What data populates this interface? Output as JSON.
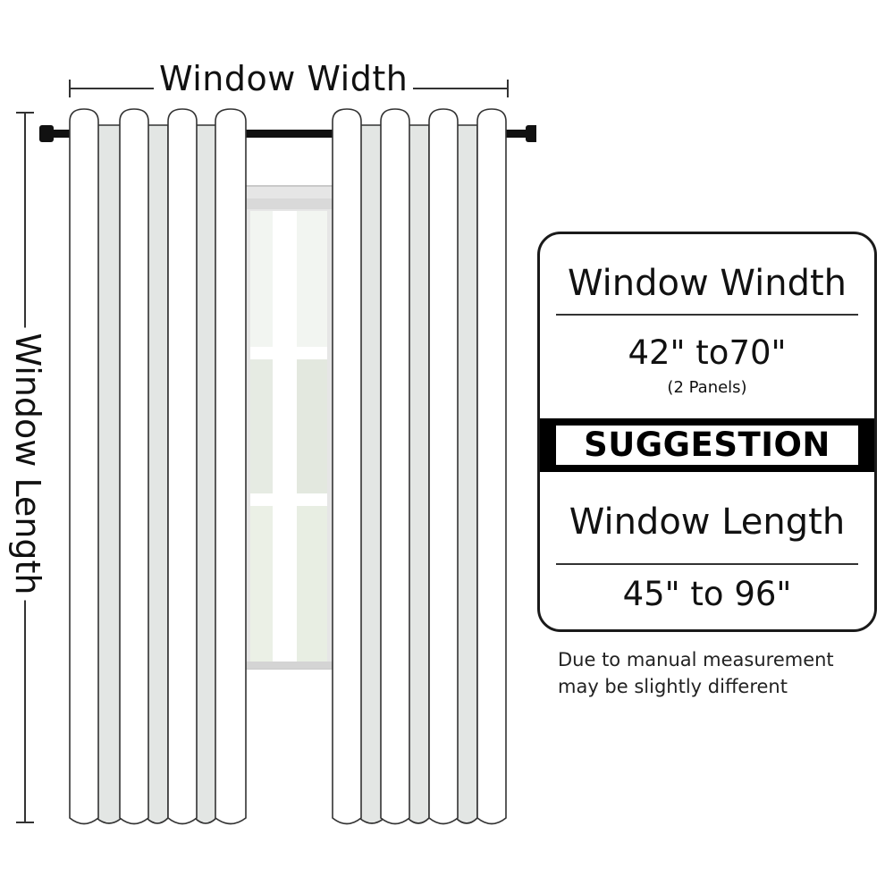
{
  "diagram": {
    "width_label": "Window Width",
    "length_label": "Window Length"
  },
  "card": {
    "width_heading": "Window Windth",
    "width_range": "42\" to70\"",
    "width_note": "(2 Panels)",
    "suggestion": "SUGGESTION",
    "length_heading": "Window Length",
    "length_range": "45\" to 96\""
  },
  "disclaimer": {
    "line1": "Due to manual measurement",
    "line2": "may be slightly different"
  },
  "colors": {
    "rod": "#111111",
    "curtain_fill": "#ffffff",
    "curtain_shadow": "#e3e6e4",
    "window_frame": "#e2e2e2",
    "window_glass": "#f1f4f1",
    "outline": "#333333"
  }
}
